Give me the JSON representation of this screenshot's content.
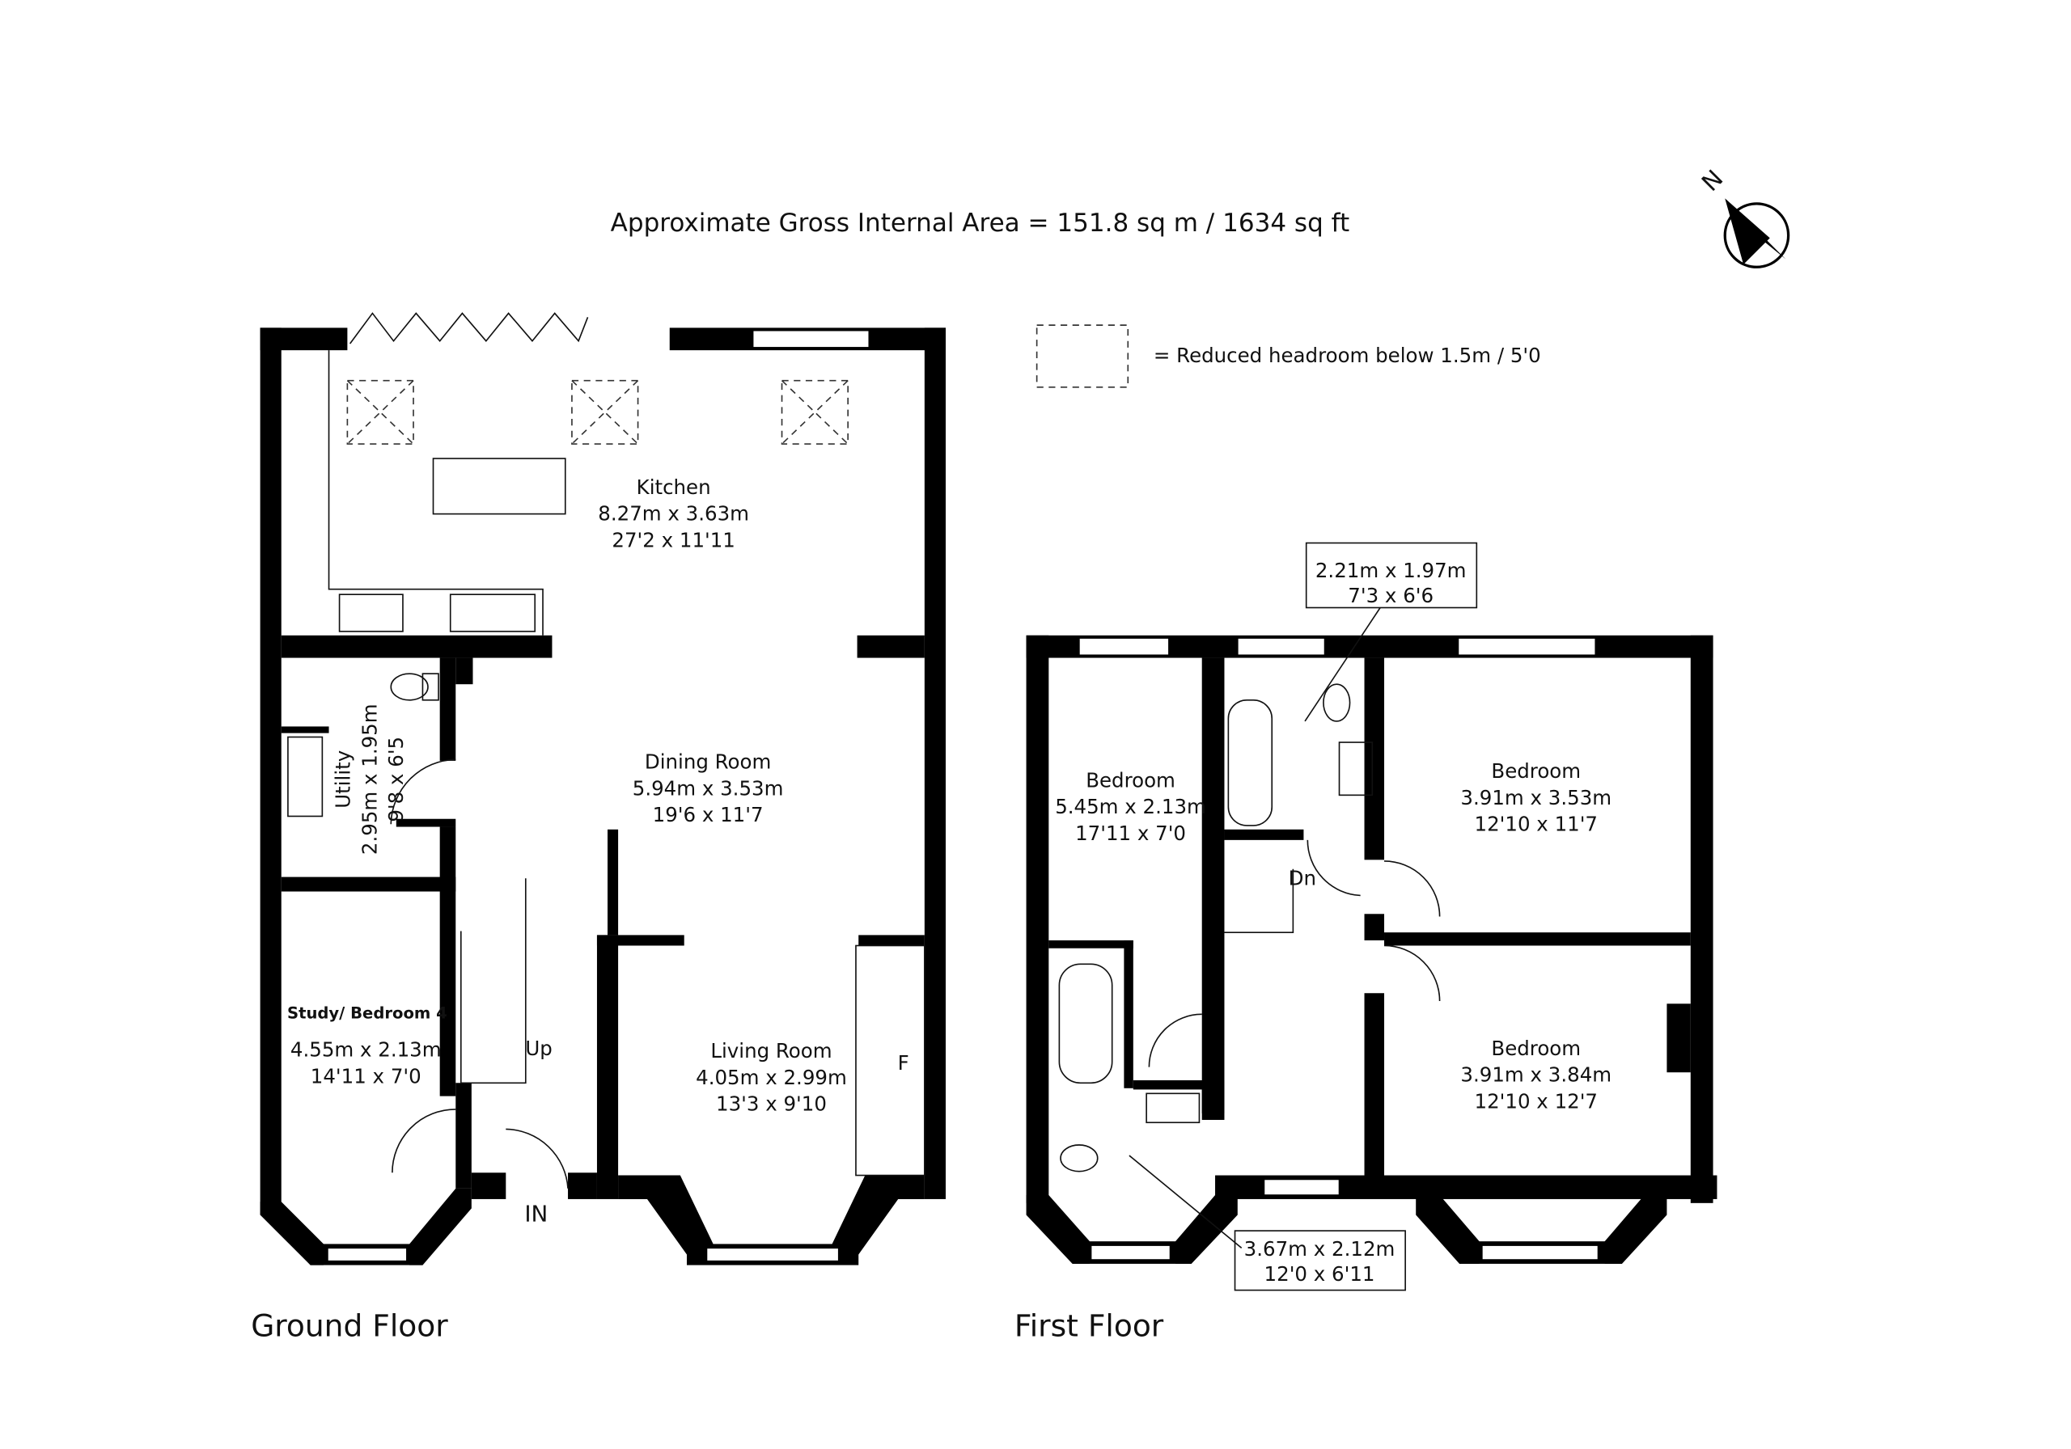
{
  "header": {
    "area_text": "Approximate Gross Internal Area = 151.8 sq m / 1634 sq ft"
  },
  "compass": {
    "label": "N"
  },
  "legend": {
    "text": "= Reduced headroom below 1.5m / 5'0"
  },
  "ground_floor": {
    "title": "Ground Floor",
    "rooms": {
      "kitchen": {
        "name": "Kitchen",
        "metric": "8.27m x 3.63m",
        "imperial": "27'2 x 11'11"
      },
      "dining": {
        "name": "Dining Room",
        "metric": "5.94m x 3.53m",
        "imperial": "19'6 x 11'7"
      },
      "utility": {
        "name": "Utility",
        "metric": "2.95m x 1.95m",
        "imperial": "9'8 x 6'5"
      },
      "study": {
        "name": "Study/ Bedroom 4",
        "metric": "4.55m x 2.13m",
        "imperial": "14'11 x 7'0"
      },
      "living": {
        "name": "Living Room",
        "metric": "4.05m x 2.99m",
        "imperial": "13'3 x 9'10"
      }
    },
    "labels": {
      "up": "Up",
      "entrance": "IN",
      "fridge": "F"
    }
  },
  "first_floor": {
    "title": "First Floor",
    "rooms": {
      "bedroom_left": {
        "name": "Bedroom",
        "metric": "5.45m x 2.13m",
        "imperial": "17'11 x 7'0"
      },
      "bedroom_top_right": {
        "name": "Bedroom",
        "metric": "3.91m x 3.53m",
        "imperial": "12'10 x 11'7"
      },
      "bedroom_bottom_right": {
        "name": "Bedroom",
        "metric": "3.91m x 3.84m",
        "imperial": "12'10 x 12'7"
      },
      "bathroom": {
        "metric": "2.21m x 1.97m",
        "imperial": "7'3 x 6'6"
      },
      "ensuite": {
        "metric": "3.67m x 2.12m",
        "imperial": "12'0 x 6'11"
      }
    },
    "labels": {
      "down": "Dn"
    }
  }
}
